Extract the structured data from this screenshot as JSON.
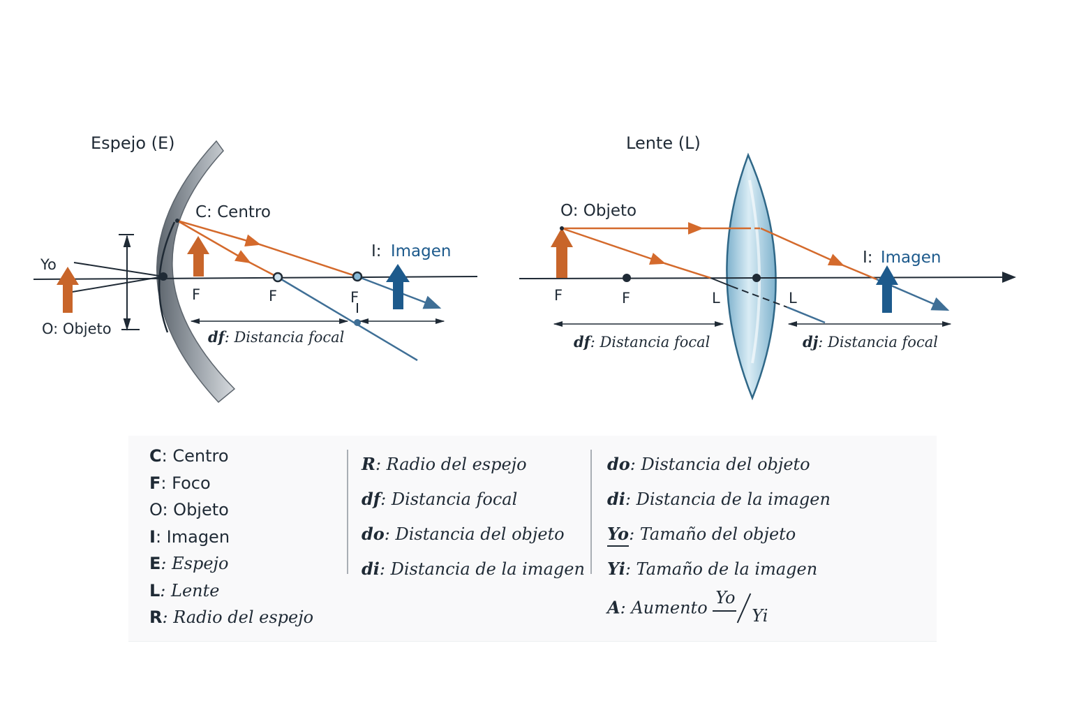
{
  "mirror": {
    "title": "Espejo (E)",
    "center_label": "C: Centro",
    "image_label_key": "I:",
    "image_label_text": "Imagen",
    "yo_label": "Yo",
    "object_label": "O: Objeto",
    "focus_labels": [
      "F",
      "F",
      "F"
    ],
    "focal_key": "df",
    "focal_text": ": Distancia focal"
  },
  "lens": {
    "title": "Lente (L)",
    "object_label": "O: Objeto",
    "image_label_key": "I:",
    "image_label_text": "Imagen",
    "focus_labels": [
      "F",
      "F"
    ],
    "lens_labels": [
      "L",
      "L"
    ],
    "focal_left_key": "df",
    "focal_left_text": ": Distancia focal",
    "focal_right_key": "dj",
    "focal_right_text": ": Distancia focal"
  },
  "legend": {
    "col1": [
      {
        "key": "C",
        "text": ": Centro"
      },
      {
        "key": "F",
        "text": ": Foco"
      },
      {
        "key": "O",
        "text": ": Objeto"
      },
      {
        "key": "I",
        "text": ": Imagen"
      },
      {
        "key": "E",
        "text": ": Espejo"
      },
      {
        "key": "L",
        "text": ": Lente"
      },
      {
        "key": "R",
        "text": ": Radio del espejo"
      }
    ],
    "col2": [
      {
        "key": "R",
        "text": ": Radio del espejo"
      },
      {
        "key": "df",
        "text": ": Distancia focal"
      },
      {
        "key": "do",
        "text": ": Distancia del objeto"
      },
      {
        "key": "di",
        "text": ": Distancia de la imagen"
      }
    ],
    "col3": [
      {
        "key": "do",
        "text": ": Distancia del objeto"
      },
      {
        "key": "di",
        "text": ": Distancia de la imagen"
      },
      {
        "key": "Yo",
        "text": ": Tamaño del objeto"
      },
      {
        "key": "Yi",
        "text": ": Tamaño de la imagen"
      }
    ],
    "aumento": {
      "key": "A",
      "text": ": Aumento",
      "numerator": "Yo",
      "denominator": "Yi"
    }
  },
  "colors": {
    "object_arrow": "#c8652a",
    "image_arrow": "#1d5a8c",
    "ray_orange": "#d46a2c",
    "ray_blue": "#3f6f96",
    "axis": "#1f2a35",
    "mirror_gray": "#7d858d",
    "lens_blue": "#a8cfe2",
    "image_label_blue": "#1d5a8c"
  }
}
